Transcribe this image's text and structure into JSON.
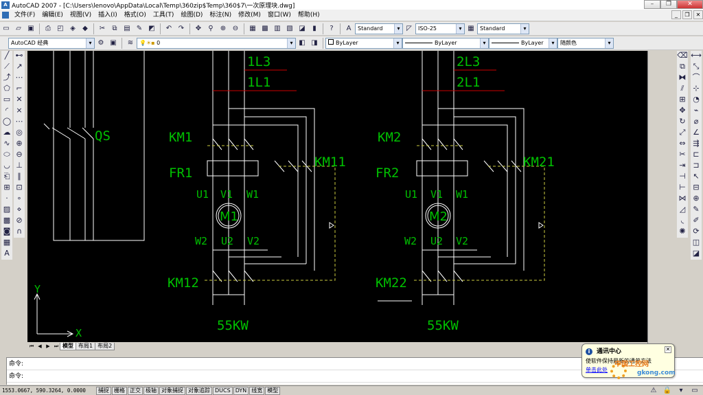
{
  "window": {
    "title": "AutoCAD 2007 - [C:\\Users\\lenovo\\AppData\\Local\\Temp\\360zip$Temp\\360$7\\一次原理块.dwg]",
    "logo_text": "A"
  },
  "menu": [
    "文件(F)",
    "编辑(E)",
    "视图(V)",
    "插入(I)",
    "格式(O)",
    "工具(T)",
    "绘图(D)",
    "标注(N)",
    "修改(M)",
    "窗口(W)",
    "帮助(H)"
  ],
  "toolbar": {
    "text_style": "Standard",
    "dim_style": "ISO-25",
    "table_style": "Standard",
    "workspace": "AutoCAD 经典",
    "layer": "0",
    "color": "ByLayer",
    "linetype": "ByLayer",
    "lineweight": "ByLayer",
    "plot_style": "随颜色"
  },
  "drawing": {
    "labels": {
      "qs": "QS",
      "l3a": "1L3",
      "l1a": "1L1",
      "l3b": "2L3",
      "l1b": "2L1",
      "km1": "KM1",
      "km2": "KM2",
      "km11": "KM11",
      "km21": "KM21",
      "fr1": "FR1",
      "fr2": "FR2",
      "u1a": "U1",
      "v1a": "V1",
      "w1a": "W1",
      "u1b": "U1",
      "v1b": "V1",
      "w1b": "W1",
      "m1": "M1",
      "m2": "M2",
      "w2a": "W2",
      "u2a": "U2",
      "v2a": "V2",
      "w2b": "W2",
      "u2b": "U2",
      "v2b": "V2",
      "km12": "KM12",
      "km22": "KM22",
      "kw1": "55KW",
      "kw2": "55KW",
      "axis_x": "X",
      "axis_y": "Y"
    },
    "colors": {
      "wire": "#ffffff",
      "label": "#00c000",
      "bus": "#cc0000",
      "dash": "#cccc40",
      "background": "#000000"
    }
  },
  "layout_tabs": [
    "模型",
    "布局1",
    "布局2"
  ],
  "command": {
    "line1": "命令:",
    "line2": "命令:"
  },
  "status": {
    "coords": "1553.0667, 590.3264, 0.0000",
    "buttons": [
      "捕捉",
      "栅格",
      "正交",
      "极轴",
      "对象捕捉",
      "对象追踪",
      "DUCS",
      "DYN",
      "线宽",
      "模型"
    ]
  },
  "balloon": {
    "title": "通讯中心",
    "message": "使软件保持最新的通单方法",
    "link": "单击此处"
  },
  "watermark": {
    "site": "中国工控网",
    "domain": "gkong.com"
  }
}
